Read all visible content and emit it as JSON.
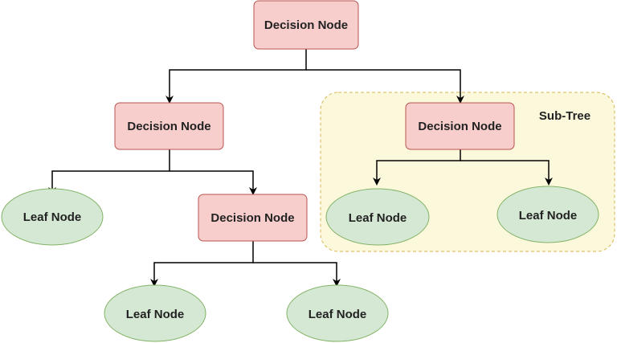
{
  "subtree": {
    "label": "Sub-Tree"
  },
  "nodes": {
    "root": {
      "label": "Decision Node"
    },
    "left": {
      "label": "Decision Node"
    },
    "right": {
      "label": "Decision Node"
    },
    "left_leaf": {
      "label": "Leaf Node"
    },
    "left_inner": {
      "label": "Decision Node"
    },
    "inner_leaf_1": {
      "label": "Leaf Node"
    },
    "inner_leaf_2": {
      "label": "Leaf Node"
    },
    "sub_leaf_1": {
      "label": "Leaf Node"
    },
    "sub_leaf_2": {
      "label": "Leaf Node"
    }
  },
  "colors": {
    "decision_fill": "#f8cecc",
    "decision_stroke": "#b85450",
    "leaf_fill": "#d5e8d4",
    "leaf_stroke": "#82b366",
    "subtree_fill": "#fcf8dc",
    "subtree_stroke": "#d6b656",
    "edge": "#000000"
  }
}
